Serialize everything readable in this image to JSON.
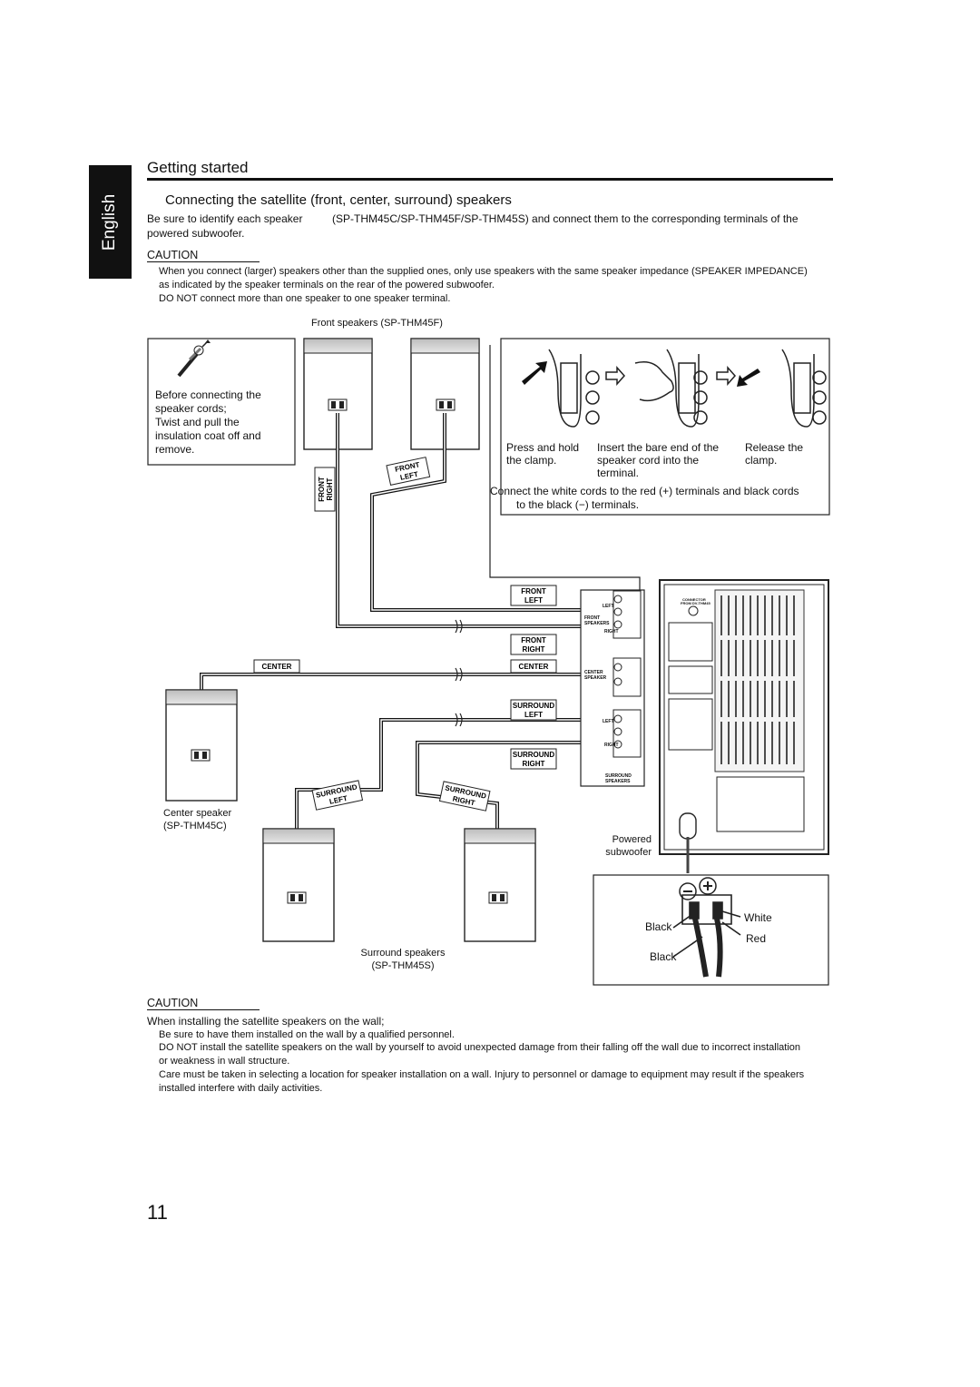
{
  "side_tab": {
    "language": "English"
  },
  "header": {
    "section": "Getting started"
  },
  "subsection": {
    "title": "Connecting the satellite (front, center, surround) speakers"
  },
  "intro": {
    "line1_a": "Be sure to identify each speaker",
    "line1_b": "(SP-THM45C/SP-THM45F/SP-THM45S) and connect them to the corresponding terminals of the",
    "line2": "powered subwoofer."
  },
  "caution1": {
    "heading": "CAUTION",
    "bullet1_line1": "When you connect (larger) speakers other than the supplied ones, only use speakers with the same speaker impedance (SPEAKER IMPEDANCE)",
    "bullet1_line2": "as indicated by the speaker terminals on the rear of the powered subwoofer.",
    "bullet2": "DO NOT connect more than one speaker to one speaker terminal."
  },
  "diagram": {
    "front_speakers_label": "Front speakers (SP-THM45F)",
    "prep_box": {
      "line1": "Before connecting the",
      "line2": "speaker cords;",
      "line3": "Twist and pull the",
      "line4": "insulation coat off and",
      "line5": "remove."
    },
    "steps": {
      "step1_line1": "Press and hold",
      "step1_line2": "the clamp.",
      "step2_line1": "Insert the bare end of the",
      "step2_line2": "speaker cord into the",
      "step2_line3": "terminal.",
      "step3_line1": "Release the",
      "step3_line2": "clamp.",
      "note_line1": "Connect the white cords to the red (+) terminals and black cords",
      "note_line2": "to the black (−) terminals."
    },
    "cord_tags": {
      "front": "FRONT",
      "left": "LEFT",
      "right": "RIGHT",
      "center": "CENTER",
      "surround": "SURROUND"
    },
    "panel_labels": {
      "left": "LEFT",
      "right": "RIGHT",
      "front_speakers_1": "FRONT",
      "front_speakers_2": "SPEAKERS",
      "center_speaker_1": "CENTER",
      "center_speaker_2": "SPEAKER",
      "surround_speakers_1": "SURROUND",
      "surround_speakers_2": "SPEAKERS",
      "connector_1": "CONNECTOR",
      "connector_2": "FROM DV-THM45"
    },
    "center_speaker_line1": "Center speaker",
    "center_speaker_line2": "(SP-THM45C)",
    "surround_speakers_line1": "Surround speakers",
    "surround_speakers_line2": "(SP-THM45S)",
    "subwoofer_line1": "Powered",
    "subwoofer_line2": "subwoofer",
    "detail": {
      "black1": "Black",
      "black2": "Black",
      "white": "White",
      "red": "Red"
    }
  },
  "caution2": {
    "heading": "CAUTION",
    "intro": "When installing the satellite speakers on the wall;",
    "b1": "Be sure to have them installed on the wall by a qualified personnel.",
    "b2_line1": "DO NOT install the satellite speakers on the wall by yourself to avoid unexpected damage from their falling off the wall due to incorrect installation",
    "b2_line2": "or weakness in wall structure.",
    "b3_line1": "Care must be taken in selecting a location for speaker installation on a wall. Injury to personnel or damage to equipment may result if the speakers",
    "b3_line2": "installed interfere with daily activities."
  },
  "page_number": "11"
}
